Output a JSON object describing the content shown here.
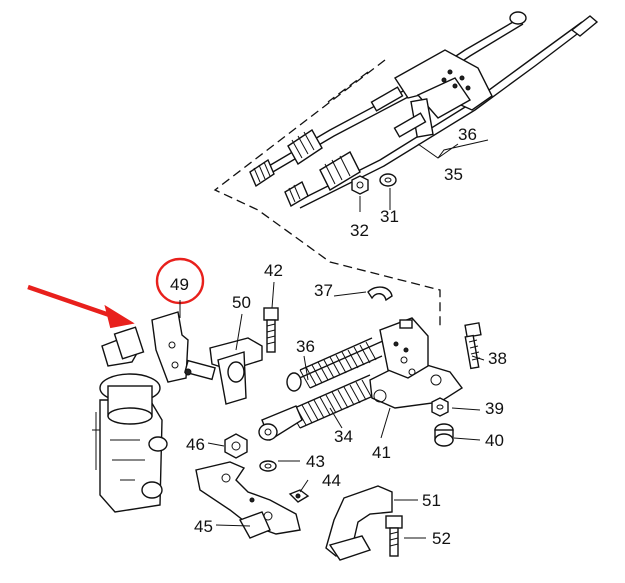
{
  "callouts": {
    "c31": "31",
    "c32": "32",
    "c34": "34",
    "c35": "35",
    "c36a": "36",
    "c36b": "36",
    "c37": "37",
    "c38": "38",
    "c39": "39",
    "c40": "40",
    "c41": "41",
    "c42": "42",
    "c43": "43",
    "c44": "44",
    "c45": "45",
    "c46": "46",
    "c49": "49",
    "c50": "50",
    "c51": "51",
    "c52": "52"
  },
  "colors": {
    "highlight": "#e8201c",
    "line": "#111111",
    "background": "#ffffff"
  },
  "icons": {
    "pointer": "red-arrow",
    "circle": "red-circle-highlight"
  }
}
